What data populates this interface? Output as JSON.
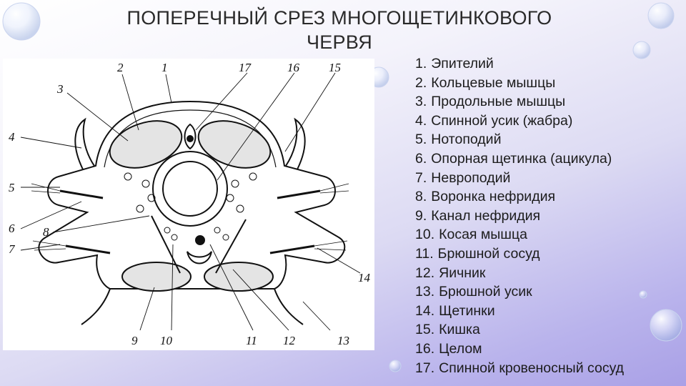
{
  "slide": {
    "title_line1": "ПОПЕРЕЧНЫЙ СРЕЗ МНОГОЩЕТИНКОВОГО",
    "title_line2": "ЧЕРВЯ"
  },
  "diagram": {
    "labels": [
      "1",
      "2",
      "3",
      "4",
      "5",
      "6",
      "7",
      "8",
      "9",
      "10",
      "11",
      "12",
      "13",
      "14",
      "15",
      "16",
      "17"
    ]
  },
  "legend": [
    {
      "num": "1.",
      "text": "Эпителий"
    },
    {
      "num": "2.",
      "text": "Кольцевые мышцы"
    },
    {
      "num": "3.",
      "text": "Продольные мышцы"
    },
    {
      "num": "4.",
      "text": "Спинной усик (жабра)"
    },
    {
      "num": "5.",
      "text": "Нотоподий"
    },
    {
      "num": "6.",
      "text": "Опорная щетинка (ацикула)"
    },
    {
      "num": "7.",
      "text": "Невроподий"
    },
    {
      "num": "8.",
      "text": "Воронка нефридия"
    },
    {
      "num": "9.",
      "text": "Канал нефридия"
    },
    {
      "num": "10.",
      "text": "Косая мышца"
    },
    {
      "num": "11.",
      "text": "Брюшной сосуд"
    },
    {
      "num": "12.",
      "text": "Яичник"
    },
    {
      "num": "13.",
      "text": "Брюшной усик"
    },
    {
      "num": "14.",
      "text": "Щетинки"
    },
    {
      "num": "15.",
      "text": "Кишка"
    },
    {
      "num": "16.",
      "text": "Целом"
    },
    {
      "num": "17.",
      "text": "Спинной кровеносный сосуд"
    }
  ],
  "colors": {
    "background_start": "#ffffff",
    "background_end": "#a9a0e6",
    "text": "#1c1c1c"
  }
}
